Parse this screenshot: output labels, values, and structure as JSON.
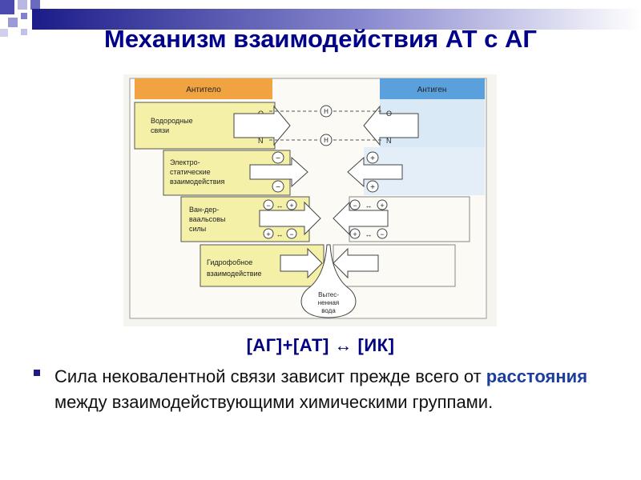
{
  "slide": {
    "title": "Механизм взаимодействия АТ с АГ",
    "formula": "[АГ]+[АТ] ↔ [ИК]",
    "bullet": {
      "before": "Сила нековалентной связи зависит прежде всего от ",
      "emphasis": "расстояния",
      "after": " между взаимодействующими химическими группами."
    }
  },
  "figure": {
    "antibody_label": "Антитело",
    "antigen_label": "Антиген",
    "hydrogen": {
      "label_line1": "Водородные",
      "label_line2": "связи",
      "atom_o": "O",
      "atom_n": "N",
      "atom_h": "H"
    },
    "electrostatic": {
      "label_line1": "Электро-",
      "label_line2": "статические",
      "label_line3": "взаимодействия",
      "minus": "−",
      "plus": "+"
    },
    "vanderwaals": {
      "label_line1": "Ван-дер-",
      "label_line2": "ваальсовы",
      "label_line3": "силы",
      "arrow": "↔"
    },
    "hydrophobic": {
      "label_line1": "Гидрофобное",
      "label_line2": "взаимодействие"
    },
    "water": {
      "line1": "Вытес-",
      "line2": "ненная",
      "line3": "вода"
    }
  },
  "colors": {
    "title": "#00008b",
    "antibody_header": "#f0a340",
    "antibody_block": "#f5f0a8",
    "antigen_header": "#5aa0dc",
    "antigen_block": "#d9e9f6",
    "emphasis": "#1b3f9a"
  }
}
